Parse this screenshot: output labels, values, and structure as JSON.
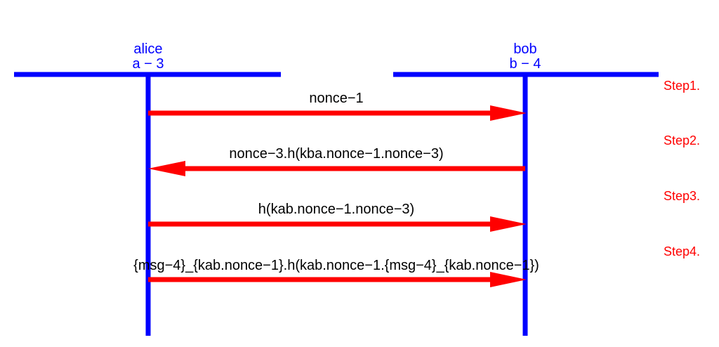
{
  "colors": {
    "actor": "#0000ff",
    "message": "#ff0000",
    "step": "#ff0000",
    "text": "#000000"
  },
  "actors": [
    {
      "name": "alice",
      "id": "a − 3"
    },
    {
      "name": "bob",
      "id": "b − 4"
    }
  ],
  "messages": [
    {
      "label": "nonce−1",
      "from": "alice",
      "to": "bob"
    },
    {
      "label": "nonce−3.h(kba.nonce−1.nonce−3)",
      "from": "bob",
      "to": "alice"
    },
    {
      "label": "h(kab.nonce−1.nonce−3)",
      "from": "alice",
      "to": "bob"
    },
    {
      "label": "{msg−4}_{kab.nonce−1}.h(kab.nonce−1.{msg−4}_{kab.nonce−1})",
      "from": "alice",
      "to": "bob"
    }
  ],
  "steps": [
    "Step1.",
    "Step2.",
    "Step3.",
    "Step4."
  ]
}
